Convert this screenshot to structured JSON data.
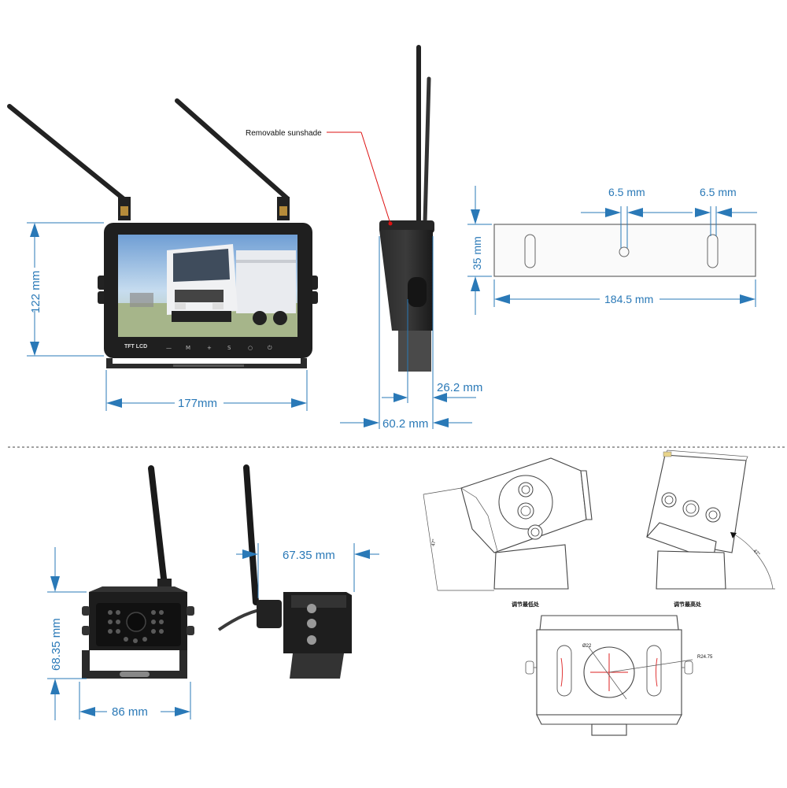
{
  "top_monitor": {
    "height_label": "122 mm",
    "width_label": "177mm",
    "screen_text": "TFT LCD",
    "buttons": [
      "—",
      "M",
      "+",
      "S",
      "○",
      "⏻"
    ]
  },
  "top_side": {
    "callout": "Removable sunshade",
    "depth_small_label": "26.2 mm",
    "depth_total_label": "60.2 mm"
  },
  "top_bracket": {
    "hole_gap_left": "6.5 mm",
    "hole_gap_right": "6.5 mm",
    "height_label": "35 mm",
    "length_label": "184.5 mm"
  },
  "camera_front": {
    "height_label": "68.35 mm",
    "width_label": "86 mm"
  },
  "camera_side": {
    "depth_label": "67.35 mm"
  },
  "drawings": {
    "left_caption": "调节最低处",
    "right_caption": "调节最高处",
    "angle_left": "47°",
    "angle_right": "47°",
    "hole_label": "Ø22",
    "radius_label": "R24.75"
  },
  "colors": {
    "dimension": "#2a79b7",
    "callout": "#d11",
    "device": "#1d1d1d"
  }
}
